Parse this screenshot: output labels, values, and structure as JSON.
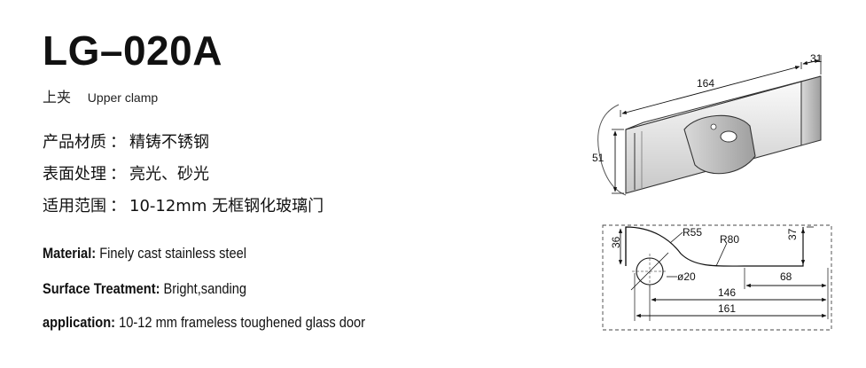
{
  "product": {
    "model": "LG–020A",
    "name_cn": "上夹",
    "name_en": "Upper clamp"
  },
  "specs_cn": [
    {
      "label": "产品材质",
      "sep": "：",
      "value": "精铸不锈钢"
    },
    {
      "label": "表面处理",
      "sep": "：",
      "value": "亮光、砂光"
    },
    {
      "label": "适用范围",
      "sep": "：",
      "value": "10-12mm 无框钢化玻璃门"
    }
  ],
  "specs_en": [
    {
      "label": "Material:",
      "value": " Finely cast stainless steel"
    },
    {
      "label": "Surface Treatment:",
      "value": " Bright,sanding"
    },
    {
      "label": "application:",
      "value": " 10-12 mm frameless toughened glass door"
    }
  ],
  "drawing_top": {
    "length": "164",
    "depth": "31",
    "height": "51"
  },
  "drawing_bottom": {
    "height_left": "36",
    "radius_1": "R55",
    "radius_2": "R80",
    "height_right": "37",
    "hole": "ø20",
    "width_1": "68",
    "width_2": "146",
    "width_3": "161"
  },
  "colors": {
    "text": "#111111",
    "line": "#333333",
    "metal_light": "#f2f2f2",
    "metal_shade": "#bdbdbd"
  }
}
